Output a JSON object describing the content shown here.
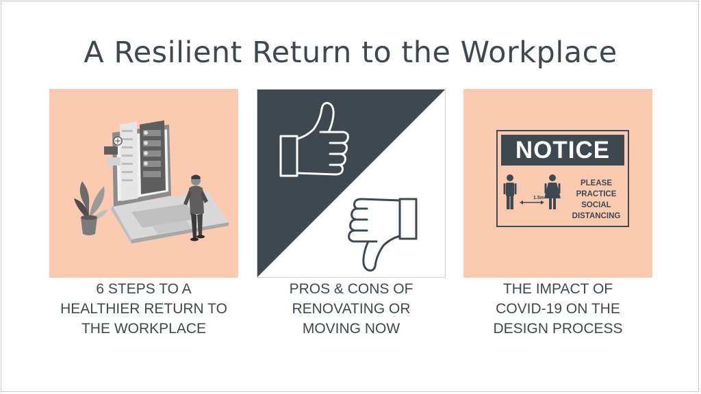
{
  "title": "A Resilient Return to the Workplace",
  "cards": [
    {
      "caption_lines": [
        "6 STEPS TO A",
        "HEALTHIER RETURN TO",
        "THE WORKPLACE"
      ],
      "illustration": "person-at-laptop-illustration"
    },
    {
      "caption_lines": [
        "PROS & CONS OF",
        "RENOVATING OR",
        "MOVING NOW"
      ],
      "illustration": "thumbs-up-thumbs-down-icon"
    },
    {
      "caption_lines": [
        "THE IMPACT OF",
        "COVID-19 ON THE",
        "DESIGN PROCESS"
      ],
      "illustration": "notice-sign",
      "notice": {
        "heading": "NOTICE",
        "message_lines": [
          "PLEASE",
          "PRACTICE",
          "SOCIAL",
          "DISTANCING"
        ],
        "distance_label": "1.5m"
      }
    }
  ],
  "colors": {
    "peach": "#fbcbb1",
    "slate": "#3d4850",
    "text": "#3d4850"
  }
}
